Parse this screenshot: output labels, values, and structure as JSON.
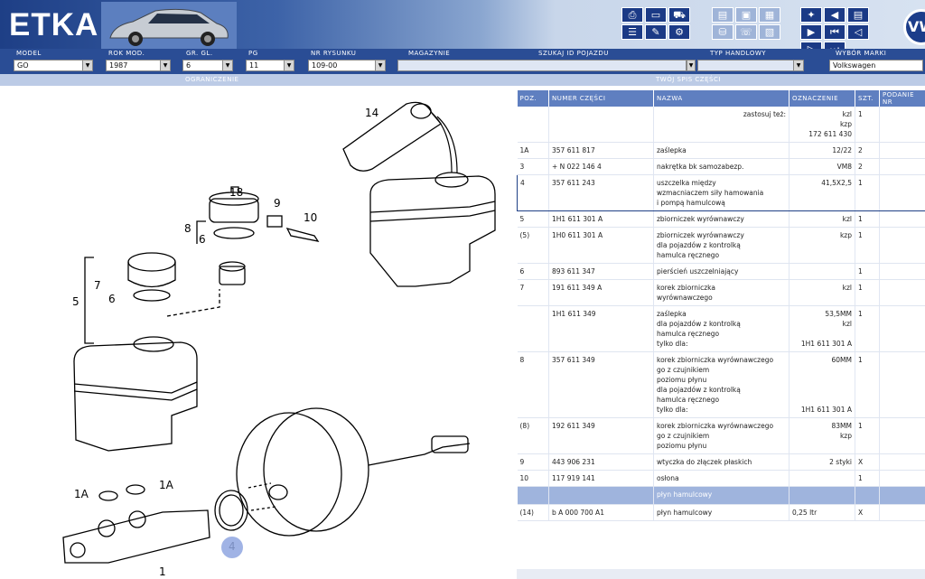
{
  "app": {
    "title": "ETKA"
  },
  "toolbar": {
    "buttons": [
      {
        "name": "print-button",
        "glyph": "⎙"
      },
      {
        "name": "screen-button",
        "glyph": "▭"
      },
      {
        "name": "car-button",
        "glyph": "⛟"
      },
      {
        "name": "list-button",
        "glyph": "☰"
      },
      {
        "name": "edit-button",
        "glyph": "✎"
      },
      {
        "name": "vehicle-button",
        "glyph": "⚙"
      },
      {
        "name": "doc-button",
        "glyph": "▤"
      },
      {
        "name": "pc-button",
        "glyph": "▣"
      },
      {
        "name": "bus-button",
        "glyph": "▦"
      },
      {
        "name": "cart-button",
        "glyph": "⛁"
      },
      {
        "name": "phone-button",
        "glyph": "☏"
      },
      {
        "name": "catalog-button",
        "glyph": "▧"
      },
      {
        "name": "pin-button",
        "glyph": "✦"
      },
      {
        "name": "prev-page-button",
        "glyph": "◀"
      },
      {
        "name": "notes-button",
        "glyph": "▤"
      },
      {
        "name": "next-page-button",
        "glyph": "▶"
      },
      {
        "name": "first-button",
        "glyph": "⏮"
      },
      {
        "name": "back-button",
        "glyph": "◁"
      },
      {
        "name": "forward-button",
        "glyph": "▷"
      },
      {
        "name": "last-button",
        "glyph": "⏭"
      }
    ]
  },
  "vw_logo": "VW",
  "filters": {
    "model": {
      "label": "MODEL",
      "value": "GO"
    },
    "rok": {
      "label": "ROK MOD.",
      "value": "1987"
    },
    "grgl": {
      "label": "GR. GL.",
      "value": "6"
    },
    "pg": {
      "label": "PG",
      "value": "11"
    },
    "nr": {
      "label": "NR RYSUNKU",
      "value": "109-00"
    },
    "magazynie": {
      "label": "MAGAZYNIE",
      "value": ""
    },
    "szukaj": {
      "label": "SZUKAJ ID POJAZDU",
      "value": ""
    },
    "typ": {
      "label": "TYP HANDLOWY",
      "value": ""
    },
    "marka": {
      "label": "WYBÓR MARKI",
      "value": "Volkswagen"
    }
  },
  "subbar": {
    "left": "OGRANICZENIE",
    "right": "TWÓJ SPIS CZĘŚCI"
  },
  "table": {
    "headers": [
      "POZ.",
      "NUMER CZĘŚCI",
      "NAZWA",
      "OZNACZENIE",
      "SZT.",
      "PODANIE NR"
    ],
    "rows": [
      {
        "poz": "",
        "nr": "",
        "name": [
          "zastosuj też:"
        ],
        "ozn": [
          "kzl",
          "kzp",
          "172 611 430"
        ],
        "szt": "1",
        "sel": false
      },
      {
        "poz": "1A",
        "nr": "357  611  817",
        "name": [
          "zaślepka"
        ],
        "ozn": [
          "12/22"
        ],
        "szt": "2",
        "sel": false
      },
      {
        "poz": "3",
        "nr": "+ N      022  146  4",
        "name": [
          "nakrętka bk samozabezp."
        ],
        "ozn": [
          "VM8"
        ],
        "szt": "2",
        "sel": false
      },
      {
        "poz": "4",
        "nr": "357  611  243",
        "name": [
          "uszczelka między",
          "wzmacniaczem siły hamowania",
          "i pompą hamulcową"
        ],
        "ozn": [
          "41,5X2,5"
        ],
        "szt": "1",
        "sel": true
      },
      {
        "poz": "5",
        "nr": "1H1  611  301  A",
        "name": [
          "zbiorniczek wyrównawczy"
        ],
        "ozn": [
          "kzl"
        ],
        "szt": "1",
        "sel": false
      },
      {
        "poz": "(5)",
        "nr": "1H0  611  301  A",
        "name": [
          "zbiorniczek wyrównawczy",
          "dla pojazdów z kontrolką",
          "hamulca ręcznego"
        ],
        "ozn": [
          "kzp"
        ],
        "szt": "1",
        "sel": false
      },
      {
        "poz": "6",
        "nr": "893  611  347",
        "name": [
          "pierścień uszczelniający"
        ],
        "ozn": [
          ""
        ],
        "szt": "1",
        "sel": false
      },
      {
        "poz": "7",
        "nr": "191  611  349  A",
        "name": [
          "korek zbiorniczka",
          "wyrównawczego"
        ],
        "ozn": [
          "kzl"
        ],
        "szt": "1",
        "sel": false
      },
      {
        "poz": "",
        "nr": "1H1  611  349",
        "name": [
          "zaślepka",
          "dla pojazdów z kontrolką",
          "hamulca ręcznego",
          "tylko dla:"
        ],
        "ozn": [
          "53,5MM",
          "kzl",
          "",
          "1H1 611 301 A"
        ],
        "szt": "1",
        "sel": false
      },
      {
        "poz": "8",
        "nr": "357  611  349",
        "name": [
          "korek zbiorniczka wyrównawczego",
          "go z czujnikiem",
          "poziomu płynu",
          "dla pojazdów z kontrolką",
          "hamulca ręcznego",
          "tylko dla:"
        ],
        "ozn": [
          "60MM",
          "",
          "",
          "",
          "",
          "1H1 611 301 A"
        ],
        "szt": "1",
        "sel": false
      },
      {
        "poz": "(8)",
        "nr": "192  611  349",
        "name": [
          "korek zbiorniczka wyrównawczego",
          "go z czujnikiem",
          "poziomu płynu"
        ],
        "ozn": [
          "83MM",
          "kzp"
        ],
        "szt": "1",
        "sel": false
      },
      {
        "poz": "9",
        "nr": "443  906  231",
        "name": [
          "wtyczka do złączek płaskich"
        ],
        "ozn": [
          "2 styki"
        ],
        "szt": "X",
        "sel": false
      },
      {
        "poz": "10",
        "nr": "117  919  141",
        "name": [
          "osłona"
        ],
        "ozn": [
          ""
        ],
        "szt": "1",
        "sel": false
      }
    ],
    "group_row": "płyn hamulcowy",
    "last_row": {
      "poz": "(14)",
      "nr": "b  A      000  700  A1",
      "name": "płyn hamulcowy",
      "ozn": "0,25 ltr",
      "szt": "X"
    }
  },
  "diagram": {
    "labels": [
      "14",
      "18",
      "9",
      "10",
      "8",
      "6",
      "7",
      "6",
      "5",
      "1A",
      "1A",
      "4",
      "1"
    ]
  }
}
